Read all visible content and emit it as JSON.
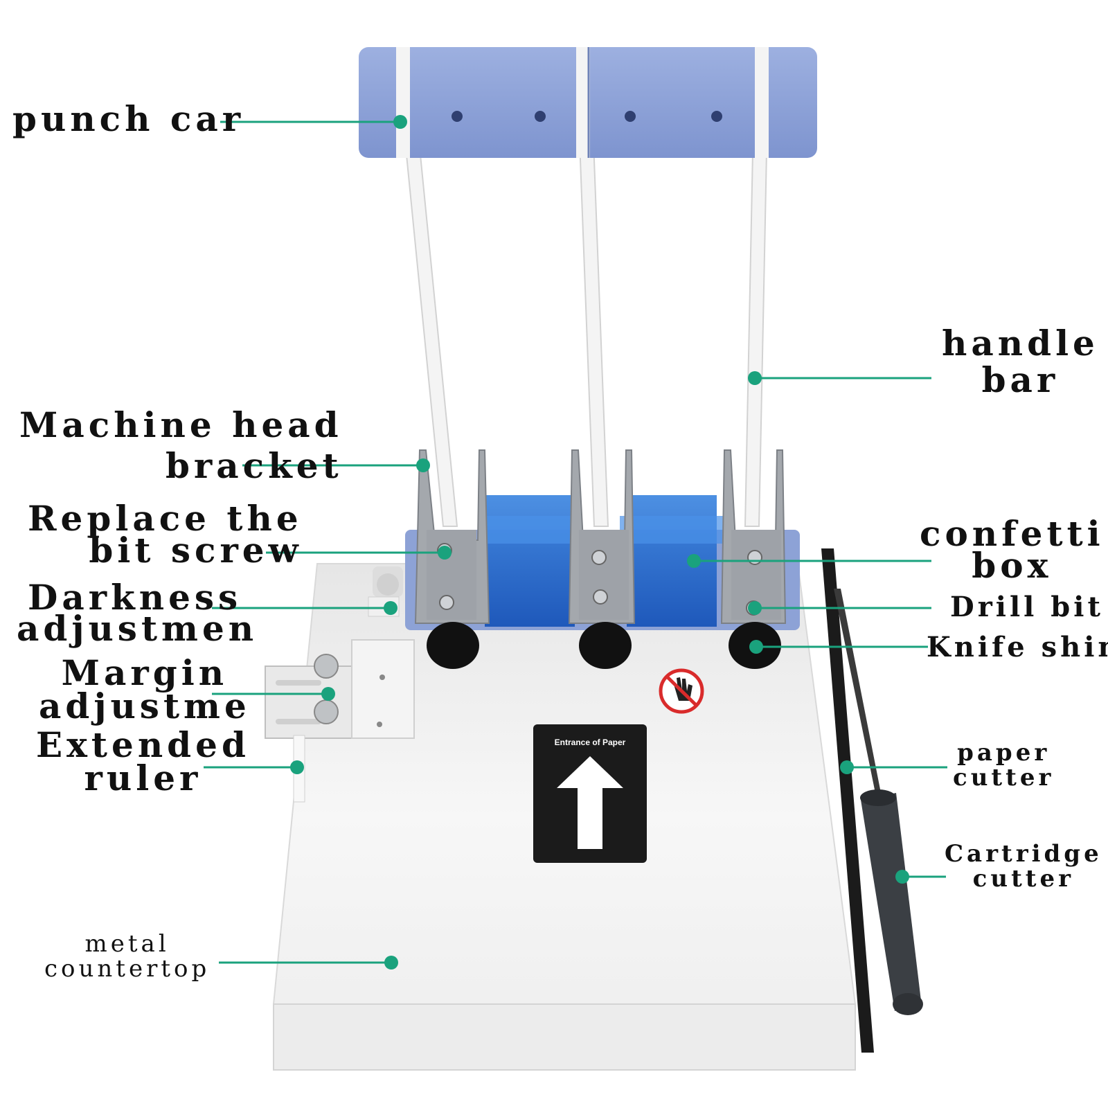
{
  "colors": {
    "leader": "#1aa27d",
    "punch_car": "#8da2d6",
    "handle": "#f4f4f4",
    "confetti": "#1f62c9",
    "base": "#f2f2f2",
    "bracket": "#a4a8ad",
    "sign": "#1b1b1b"
  },
  "sign": {
    "text": "Entrance of Paper",
    "icon": "arrow-up-icon"
  },
  "warning_icon": "no-hands-icon",
  "labels": {
    "punch_car": [
      "punch car"
    ],
    "handle_bar": [
      "handle",
      "bar"
    ],
    "machine_head_bracket": [
      "Machine head",
      "bracket"
    ],
    "replace_bit_screw": [
      "Replace the",
      "bit screw"
    ],
    "confetti_box": [
      "confetti",
      "box"
    ],
    "darkness_adjustment": [
      "Darkness",
      "adjustmen"
    ],
    "drill_bit": [
      "Drill bit"
    ],
    "knife_shim": [
      "Knife shim"
    ],
    "margin_adjustment": [
      "Margin",
      "adjustme"
    ],
    "extended_ruler": [
      "Extended",
      "ruler"
    ],
    "paper_cutter": [
      "paper",
      "cutter"
    ],
    "cartridge_cutter": [
      "Cartridge",
      "cutter"
    ],
    "metal_countertop": [
      "metal",
      "countertop"
    ]
  }
}
